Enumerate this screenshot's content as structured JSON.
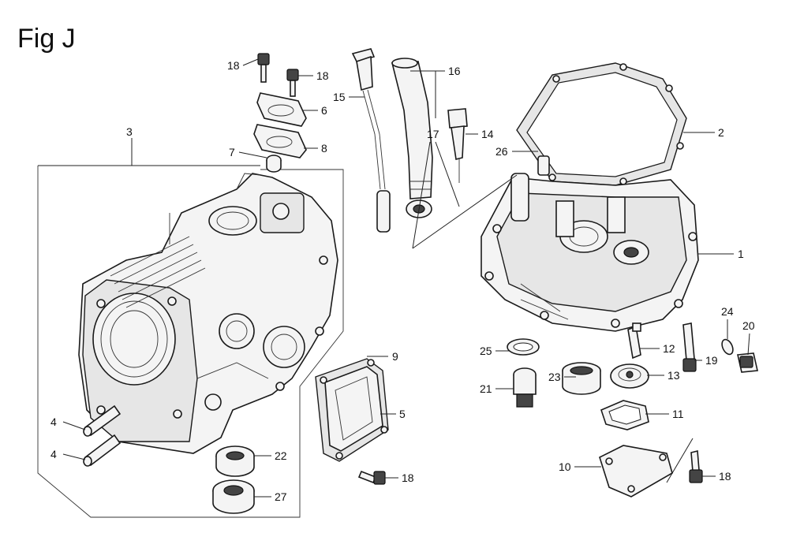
{
  "figure": {
    "title": "Fig J"
  },
  "callouts": {
    "c1": "1",
    "c2": "2",
    "c3": "3",
    "c4a": "4",
    "c4b": "4",
    "c5": "5",
    "c6": "6",
    "c7": "7",
    "c8": "8",
    "c9": "9",
    "c10": "10",
    "c11": "11",
    "c12": "12",
    "c13": "13",
    "c14": "14",
    "c15": "15",
    "c16": "16",
    "c17": "17",
    "c18a": "18",
    "c18b": "18",
    "c18c": "18",
    "c18d": "18",
    "c19": "19",
    "c20": "20",
    "c21": "21",
    "c22": "22",
    "c23": "23",
    "c24": "24",
    "c25": "25",
    "c26": "26",
    "c27": "27"
  }
}
